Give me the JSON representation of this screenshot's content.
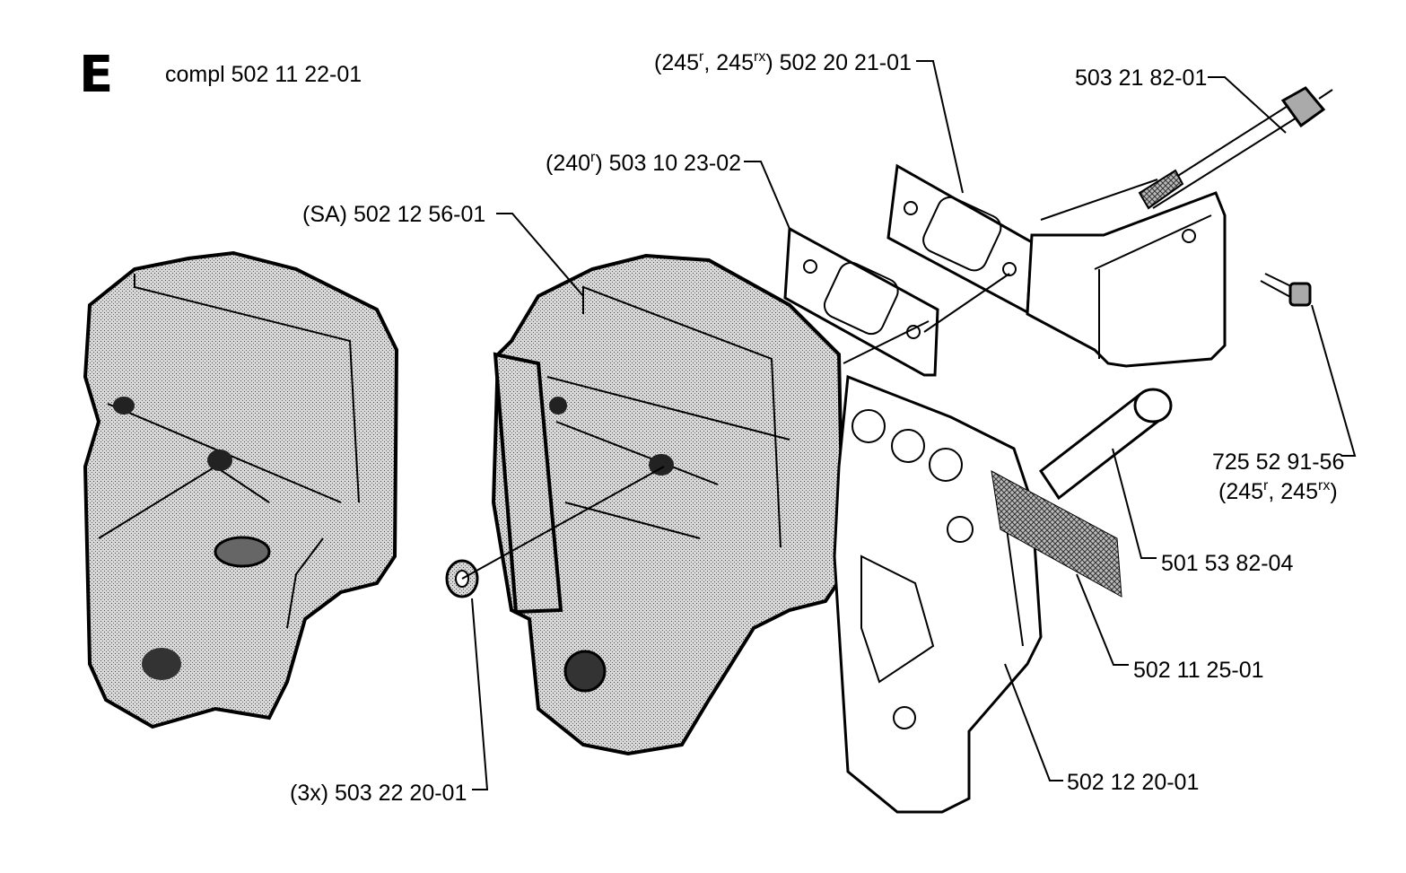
{
  "section": {
    "letter": "E",
    "complete_label": "compl 502 11 22-01"
  },
  "labels": {
    "gasket_245": {
      "prefix": "(245",
      "sup1": "r",
      "mid": ", 245",
      "sup2": "rx",
      "suffix": ") 502 20 21-01"
    },
    "screw_long": "503 21 82-01",
    "gasket_240": {
      "prefix": "(240",
      "sup1": "r",
      "suffix": ") 503 10 23-02"
    },
    "muffler_sa": "(SA) 502 12 56-01",
    "screw_small": {
      "line1": "725 52 91-56",
      "line2_prefix": "(245",
      "line2_sup1": "r",
      "line2_mid": ", 245",
      "line2_sup2": "rx",
      "line2_suffix": ")"
    },
    "pin": "501 53 82-04",
    "screen": "502 11 25-01",
    "plate": "502 12 20-01",
    "nut": "(3x) 503 22 20-01"
  }
}
